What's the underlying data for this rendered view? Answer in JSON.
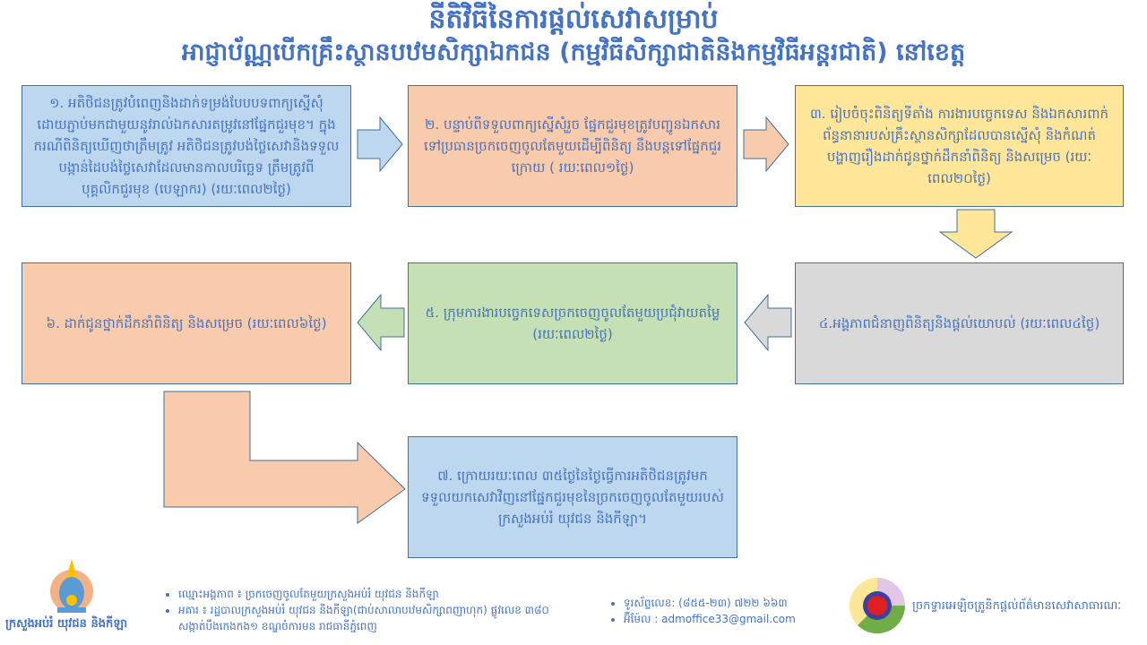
{
  "title": {
    "line1": "នីតិវិធីនៃការផ្តល់សេវាសម្រាប់",
    "line2": "អាជ្ញាប័ណ្ណបើកគ្រឹះស្ថានបឋមសិក្សាឯកជន (កម្មវិធីសិក្សាជាតិនិងកម្មវិធីអន្តរជាតិ) នៅខេត្ត"
  },
  "steps": [
    {
      "text": "១. អតិថិជនត្រូវបំពេញនិងដាក់ទម្រង់បែបបទពាក្យស្នើសុំ ដោយភ្ជាប់មកជាមួយនូវរាល់ឯកសារតម្រូវនៅផ្នែកជួរមុខ។ ក្នុងករណីពិនិត្យឃើញថាត្រឹមត្រូវ អតិថិជនត្រូវបង់ថ្លៃសេវានិងទទួលបង្កាន់ដៃបង់ថ្លៃសេវាដែលមានកាលបរិច្ឆេទ ត្រឹមត្រូវពីបុគ្គលិកជួរមុខ (បេឡាករ) (រយៈពេល២ថ្ងៃ)"
    },
    {
      "text": "២. បន្ទាប់ពីទទួលពាក្យស្នើសុំរួច ផ្នែកជួរមុខត្រូវបញ្ជូនឯកសារទៅប្រធានច្រកចេញចូលតែមួយដើម្បីពិនិត្យ នឹងបន្តទៅផ្នែកជួរក្រោយ ( រយៈពេល១ថ្ងៃ)"
    },
    {
      "text": "៣. រៀបចំចុះពិនិត្យទីតាំង ការងារបច្ចេកទេស និងឯកសារពាក់ព័ន្ធនានារបស់គ្រឹះស្ថានសិក្សាដែលបានស្នើសុំ និងកំណត់បង្ហាញរឿងដាក់ជូនថ្នាក់ដឹកនាំពិនិត្យ និងសម្រេច (រយៈពេល២០ថ្ងៃ)"
    },
    {
      "text": "៤.អង្គភាពជំនាញពិនិត្យនិងផ្តល់យោបល់ (រយៈពេល៤ថ្ងៃ)"
    },
    {
      "text": "៥. ក្រុមការងារបច្ចេកទេសច្រកចេញចូលតែមួយប្រជុំវាយតម្លៃ (រយៈពេល២ថ្ងៃ)"
    },
    {
      "text": "៦. ដាក់ជូនថ្នាក់ដឹកនាំពិនិត្យ និងសម្រេច (រយៈពេល៦ថ្ងៃ)"
    },
    {
      "text": "៧. ក្រោយរយៈពេល ៣៥ថ្ងៃនៃថ្ងៃធ្វើការអតិថិជនត្រូវមកទទួលយកសេវាវិញនៅផ្នែកជួរមុខនៃច្រកចេញចូលតែមួយរបស់ក្រសួងអប់រំ យុវជន និងកីឡា។"
    }
  ],
  "footer": {
    "ministry_name": "ក្រសួងអប់រំ យុវជន និងកីឡា",
    "entity": "ឈ្មោះអង្គភាព ៖ ច្រកចេញចូលតែមួយក្រសួងអប់រំ យុវជន និងកីឡា",
    "address": "អគារ ៖ រដ្ឋបាលក្រសួងអប់រំ យុវជន និងកីឡា(ជាប់សាលាបឋមសិក្សាពញាហុក) ផ្លូវលេខ ៣៨០ សង្កាត់បឹងកេងកង១ ខណ្ឌចំការមន រាជធានីភ្នំពេញ",
    "phone": "ទូរស័ព្ទលេខ: (៨៥៥-២៣) ៧២២ ៦៦៣",
    "email": "អ៊ីម៉ែល : admoffice33@gmail.com",
    "portal": "ច្រកទ្វារអេឡិចត្រូនិកផ្តល់ព័ត៌មានសេវាសាធារណៈ"
  },
  "colors": {
    "blue": "#bdd7ee",
    "peach": "#f8cbad",
    "yellow": "#ffe699",
    "gray": "#d9d9d9",
    "green": "#c5e0b4",
    "text": "#4472c4"
  }
}
